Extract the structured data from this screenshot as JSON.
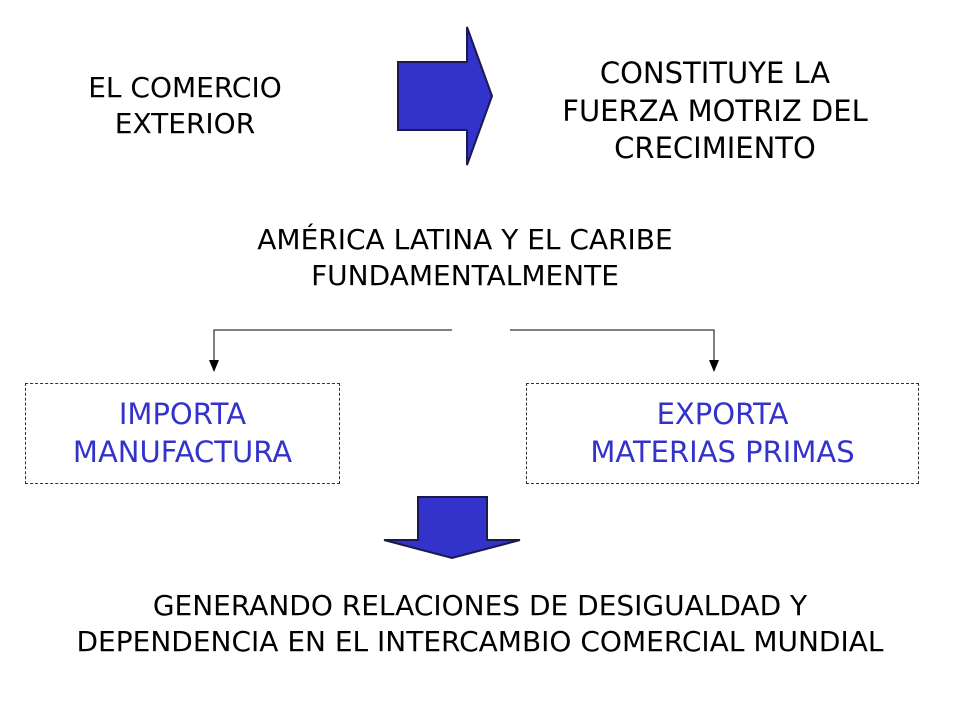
{
  "top_left": {
    "lines": [
      "EL COMERCIO",
      "EXTERIOR"
    ]
  },
  "top_right": {
    "lines": [
      "CONSTITUYE LA",
      "FUERZA MOTRIZ DEL",
      "CRECIMIENTO"
    ]
  },
  "middle": {
    "lines": [
      "AMÉRICA LATINA Y EL CARIBE",
      "FUNDAMENTALMENTE"
    ]
  },
  "left_box": {
    "lines": [
      "IMPORTA",
      "MANUFACTURA"
    ]
  },
  "right_box": {
    "lines": [
      "EXPORTA",
      "MATERIAS PRIMAS"
    ]
  },
  "bottom": {
    "lines": [
      "GENERANDO RELACIONES DE DESIGUALDAD Y",
      "DEPENDENCIA EN EL INTERCAMBIO COMERCIAL MUNDIAL"
    ]
  },
  "colors": {
    "arrow_fill": "#3333cc",
    "arrow_stroke": "#1a1a4d",
    "box_text": "#3333cc",
    "text": "#000000"
  }
}
